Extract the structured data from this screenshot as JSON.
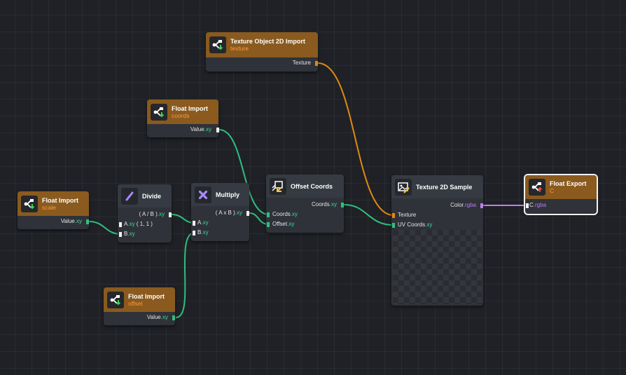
{
  "nodes": {
    "tex_import": {
      "title": "Texture Object 2D Import",
      "subtitle": "texture",
      "out_label": "Texture"
    },
    "coords_import": {
      "title": "Float Import",
      "subtitle": "coords",
      "out_label": "Value",
      "out_swizzle": ".xy"
    },
    "scale_import": {
      "title": "Float Import",
      "subtitle": "scale",
      "out_label": "Value",
      "out_swizzle": ".xy"
    },
    "divide": {
      "title": "Divide",
      "formula": "( A / B )",
      "formula_swizzle": ".xy",
      "in_a": "A",
      "in_a_swizzle": ".xy",
      "in_a_default": "( 1, 1 )",
      "in_b": "B",
      "in_b_swizzle": ".xy"
    },
    "multiply": {
      "title": "Multiply",
      "formula": "( A x B )",
      "formula_swizzle": ".xy",
      "in_a": "A",
      "in_a_swizzle": ".xy",
      "in_b": "B",
      "in_b_swizzle": ".xy"
    },
    "offset_import": {
      "title": "Float Import",
      "subtitle": "offset",
      "out_label": "Value",
      "out_swizzle": ".xy"
    },
    "offset_coords": {
      "title": "Offset Coords",
      "out_label": "Coords",
      "out_swizzle": ".xy",
      "in_coords": "Coords",
      "in_coords_swizzle": ".xy",
      "in_offset": "Offset",
      "in_offset_swizzle": ".xy"
    },
    "tex_sample": {
      "title": "Texture 2D Sample",
      "out_label": "Color",
      "out_swizzle": ".rgba",
      "in_texture": "Texture",
      "in_uv": "UV Coords",
      "in_uv_swizzle": ".xy"
    },
    "float_export": {
      "title": "Float Export",
      "subtitle": "C",
      "in_label": "C",
      "in_swizzle": ".rgba"
    }
  },
  "colors": {
    "background": "#1f2126",
    "header_io": "#8a5a1e",
    "wire_vector": "#2fbf7f",
    "wire_texture": "#e08a10",
    "wire_color": "#c07cf0",
    "subtitle": "#ff9a3d"
  },
  "icons": {
    "import": "import-node-icon",
    "export": "export-node-icon",
    "divide": "divide-icon",
    "multiply": "multiply-icon",
    "offset": "offset-coords-icon",
    "sample": "texture-sample-icon"
  }
}
